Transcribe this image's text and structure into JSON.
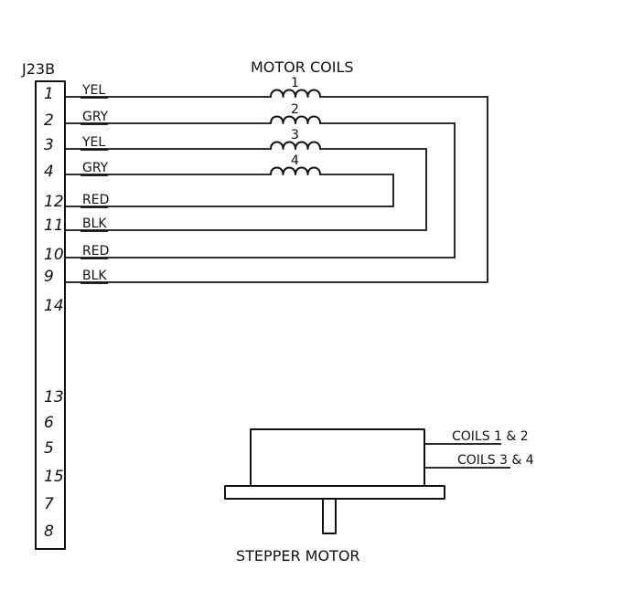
{
  "connector": {
    "label": "J23B",
    "pins": [
      "1",
      "2",
      "3",
      "4",
      "12",
      "11",
      "10",
      "9",
      "14",
      "13",
      "6",
      "5",
      "15",
      "7",
      "8"
    ]
  },
  "wires": [
    {
      "pin": "1",
      "color": "YEL"
    },
    {
      "pin": "2",
      "color": "GRY"
    },
    {
      "pin": "3",
      "color": "YEL"
    },
    {
      "pin": "4",
      "color": "GRY"
    },
    {
      "pin": "12",
      "color": "RED"
    },
    {
      "pin": "11",
      "color": "BLK"
    },
    {
      "pin": "10",
      "color": "RED"
    },
    {
      "pin": "9",
      "color": "BLK"
    }
  ],
  "coils": {
    "title": "MOTOR COILS",
    "numbers": [
      "1",
      "2",
      "3",
      "4"
    ]
  },
  "motor": {
    "label": "STEPPER MOTOR",
    "lead_labels": [
      "COILS 1 & 2",
      "COILS 3 & 4"
    ]
  }
}
